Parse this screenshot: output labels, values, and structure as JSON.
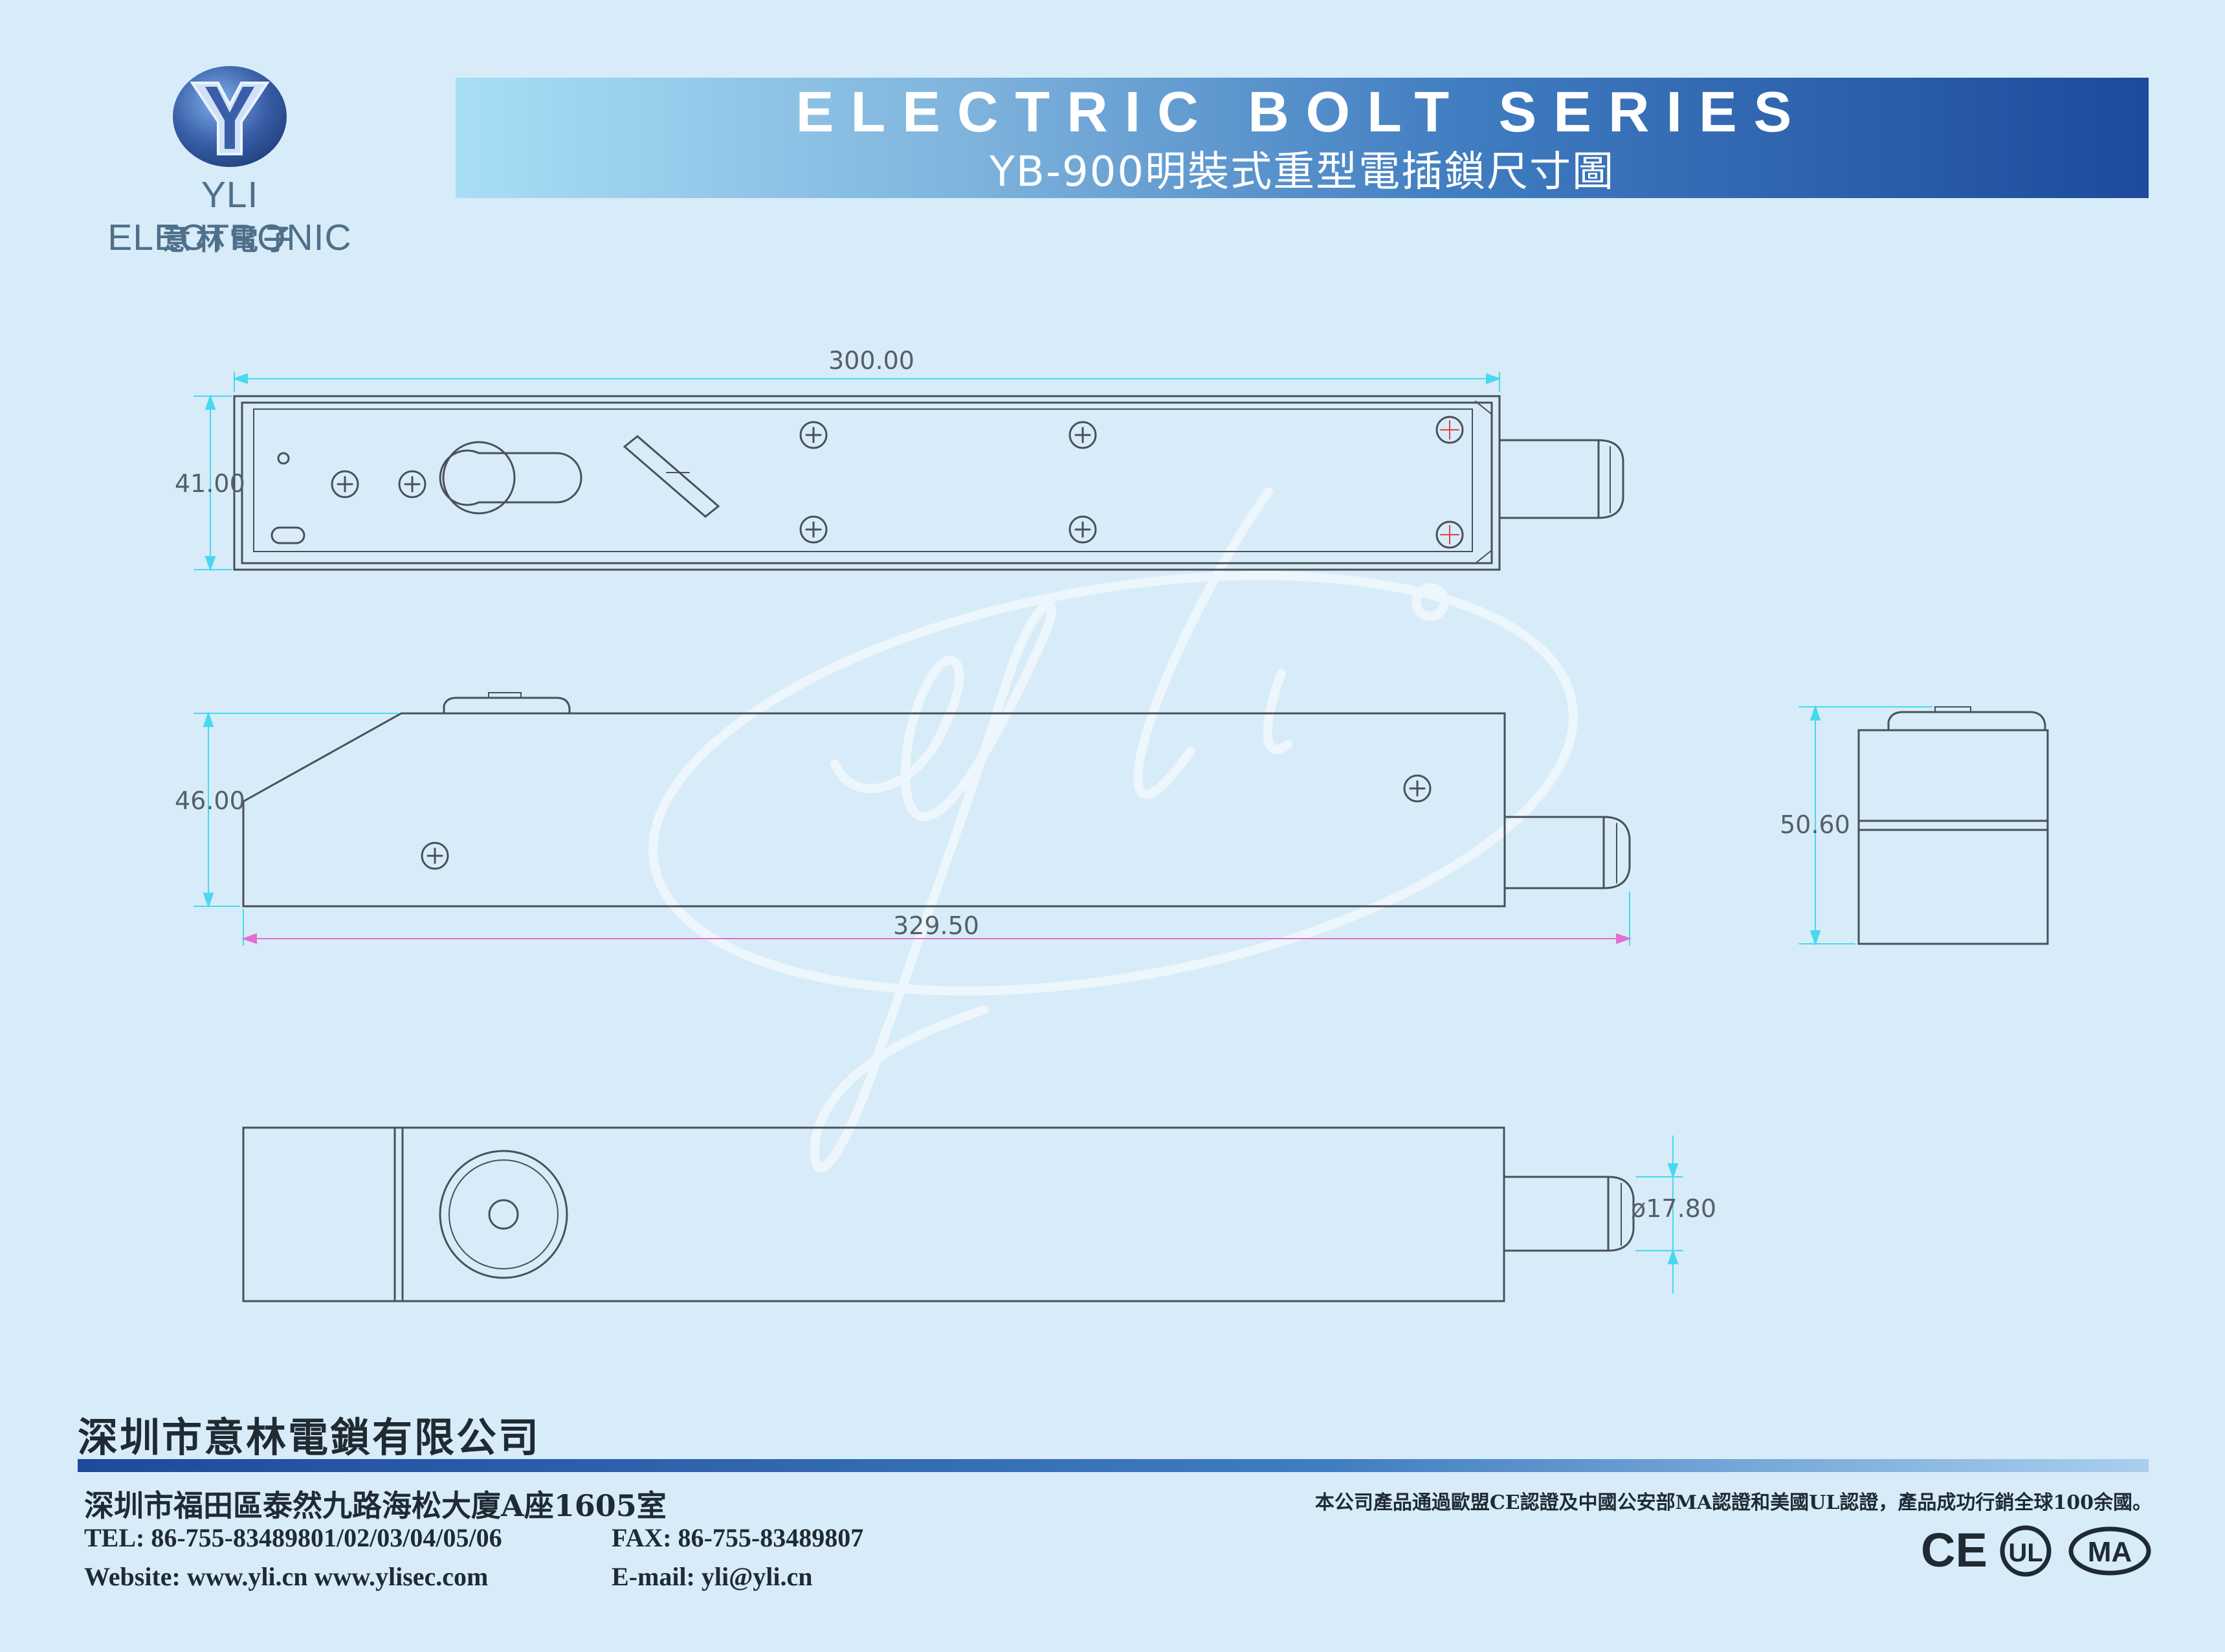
{
  "logo": {
    "brand": "YLI ELECTRONIC",
    "brand_cn": "意林電子",
    "colors": {
      "ring": "#3a5fa8",
      "inner": "#a9c8ee"
    }
  },
  "header": {
    "title": "ELECTRIC BOLT SERIES",
    "subtitle": "YB-900明裝式重型電插鎖尺寸圖"
  },
  "diagram": {
    "dimensions": {
      "top_length": "300.00",
      "top_height": "41.00",
      "side_height": "46.00",
      "side_length": "329.50",
      "end_height": "50.60",
      "bolt_diameter": "ø17.80"
    },
    "watermark": "yli",
    "colors": {
      "dimension_line": "#48d8f0",
      "dimension_alt": "#e070d0",
      "outline": "#4a5058"
    }
  },
  "footer": {
    "company": "深圳市意林電鎖有限公司",
    "address": "深圳市福田區泰然九路海松大廈A座1605室",
    "tel": "TEL: 86-755-83489801/02/03/04/05/06",
    "fax": "FAX: 86-755-83489807",
    "website": "Website: www.yli.cn www.ylisec.com",
    "email": "E-mail: yli@yli.cn",
    "certifications_note": "本公司產品通過歐盟CE認證及中國公安部MA認證和美國UL認證，產品成功行銷全球100余國。",
    "cert_marks": {
      "ce": "CE",
      "ul": "UL",
      "ma": "MA"
    }
  }
}
